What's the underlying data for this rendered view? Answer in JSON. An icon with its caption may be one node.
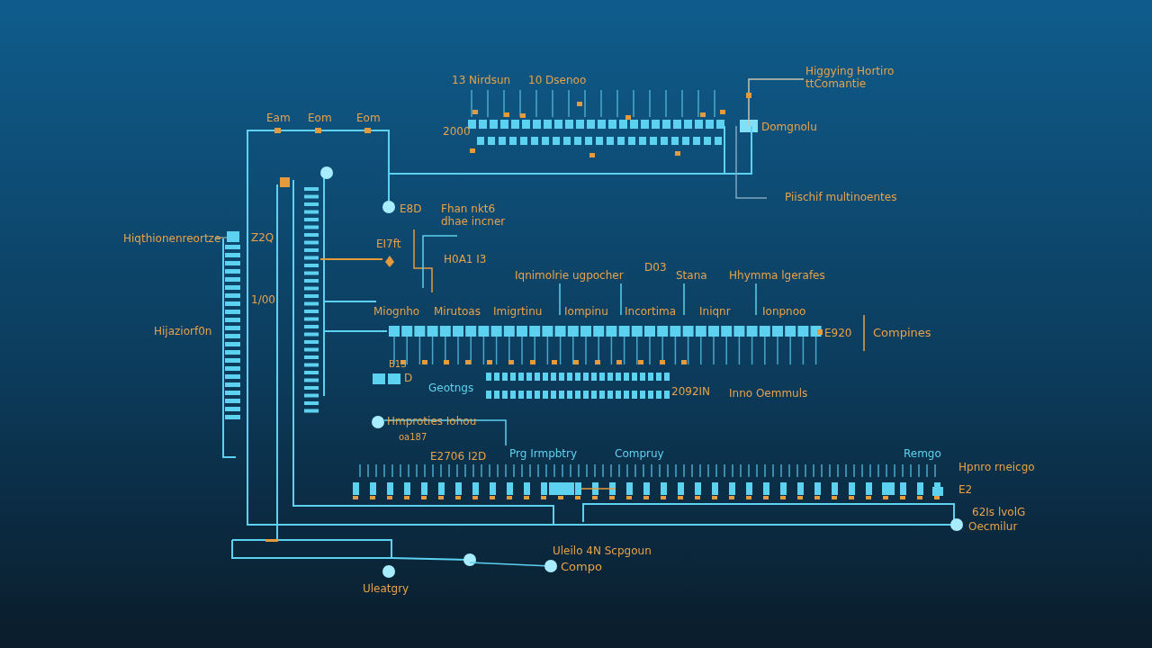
{
  "diagram": {
    "labels": [
      "13 Nirdsun",
      "10 Dsenoo",
      "Higgying Hortiro ttComantie",
      "2000",
      "Domgnolu",
      "Piischif multinoentes",
      "Eam",
      "Eom",
      "Eom",
      "E8D",
      "Fhan nkt6 dhae incner",
      "EI7ft",
      "H0A1 I3",
      "Hiqthionenreortze",
      "Z2Q",
      "1/00",
      "Hijaziorf0n",
      "Iqnimolrie ugpocher",
      "D03",
      "Stana",
      "Hhymma lgerafes",
      "Miognho",
      "Mirutoas",
      "Imigrtinu",
      "Iompinu",
      "Incortima",
      "Iniqnr",
      "Ionpnoo",
      "E920",
      "Compines",
      "B1S",
      "D",
      "Geotngs",
      "2092IN",
      "Inno Oemmuls",
      "Hmproties Iohou",
      "oa187",
      "E2706 I2D",
      "Prg Irmpbtry",
      "Compruy",
      "Remgo",
      "Hpnro rneicgo",
      "E2",
      "62Is lvolG",
      "Oecmilur",
      "Uleilo 4N Scpgoun",
      "Compo",
      "Uleatgry"
    ]
  }
}
